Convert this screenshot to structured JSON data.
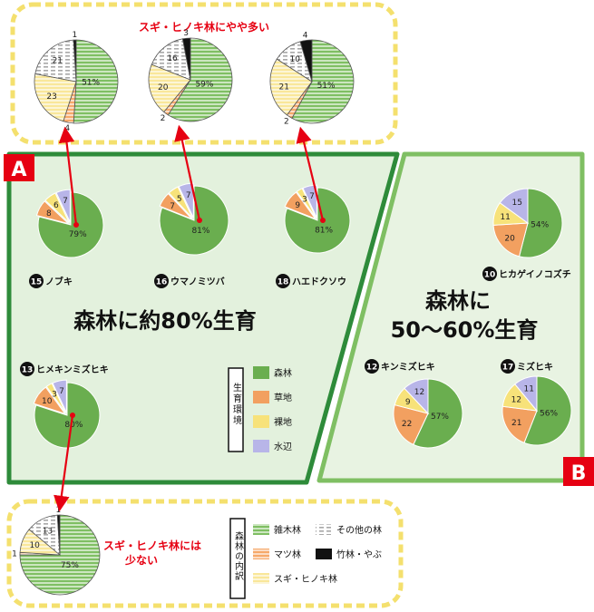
{
  "colors": {
    "forest": "#6aae4f",
    "grass": "#f2a060",
    "bare": "#f7e27a",
    "water": "#b8b5e8",
    "zoki": "#7fbf63",
    "matsu": "#f6a96a",
    "sugi": "#f9e79a",
    "sonota": "#b0b0b0",
    "chiku": "#111111",
    "panelA": "#e3f1dd",
    "panelB": "#e8f3e2",
    "frame": "#2e8b3a",
    "arrow": "#e60012",
    "dash": "#f4e06e"
  },
  "labels": {
    "top_title": "スギ・ヒノキ林にやや多い",
    "bottom_title_1": "スギ・ヒノキ林には",
    "bottom_title_2": "少ない",
    "panel_a": "A",
    "panel_b": "B",
    "big_a": "森林に約80%生育",
    "big_b_1": "森林に",
    "big_b_2": "50〜60%生育",
    "legend1_title": "生育環境",
    "legend2_title": "森林の内訳"
  },
  "legend_habitat": [
    {
      "label": "森林",
      "color": "forest"
    },
    {
      "label": "草地",
      "color": "grass"
    },
    {
      "label": "裸地",
      "color": "bare"
    },
    {
      "label": "水辺",
      "color": "water"
    }
  ],
  "legend_forest": [
    {
      "label": "雑木林",
      "color": "zoki",
      "pattern": "stripe"
    },
    {
      "label": "マツ林",
      "color": "matsu",
      "pattern": "stripe"
    },
    {
      "label": "スギ・ヒノキ林",
      "color": "sugi",
      "pattern": "stripe"
    },
    {
      "label": "その他の林",
      "color": "sonota",
      "pattern": "dash"
    },
    {
      "label": "竹林・やぶ",
      "color": "chiku",
      "pattern": "solid"
    }
  ],
  "chart_data": [
    {
      "type": "pie",
      "group": "A",
      "number": "15",
      "title": "ノブキ",
      "slices": [
        {
          "label": "森林",
          "value": 79
        },
        {
          "label": "草地",
          "value": 8
        },
        {
          "label": "裸地",
          "value": 6
        },
        {
          "label": "水辺",
          "value": 7
        }
      ]
    },
    {
      "type": "pie",
      "group": "A",
      "number": "16",
      "title": "ウマノミツバ",
      "slices": [
        {
          "label": "森林",
          "value": 81
        },
        {
          "label": "草地",
          "value": 7
        },
        {
          "label": "裸地",
          "value": 5
        },
        {
          "label": "水辺",
          "value": 7
        }
      ]
    },
    {
      "type": "pie",
      "group": "A",
      "number": "18",
      "title": "ハエドクソウ",
      "slices": [
        {
          "label": "森林",
          "value": 81
        },
        {
          "label": "草地",
          "value": 9
        },
        {
          "label": "裸地",
          "value": 3
        },
        {
          "label": "水辺",
          "value": 7
        }
      ]
    },
    {
      "type": "pie",
      "group": "A",
      "number": "13",
      "title": "ヒメキンミズヒキ",
      "slices": [
        {
          "label": "森林",
          "value": 80
        },
        {
          "label": "草地",
          "value": 10
        },
        {
          "label": "裸地",
          "value": 3
        },
        {
          "label": "水辺",
          "value": 7
        }
      ]
    },
    {
      "type": "pie",
      "group": "B",
      "number": "10",
      "title": "ヒカゲイノコズチ",
      "slices": [
        {
          "label": "森林",
          "value": 54
        },
        {
          "label": "草地",
          "value": 20
        },
        {
          "label": "裸地",
          "value": 11
        },
        {
          "label": "水辺",
          "value": 15
        }
      ]
    },
    {
      "type": "pie",
      "group": "B",
      "number": "12",
      "title": "キンミズヒキ",
      "slices": [
        {
          "label": "森林",
          "value": 57
        },
        {
          "label": "草地",
          "value": 22
        },
        {
          "label": "裸地",
          "value": 9
        },
        {
          "label": "水辺",
          "value": 12
        }
      ]
    },
    {
      "type": "pie",
      "group": "B",
      "number": "17",
      "title": "ミズヒキ",
      "slices": [
        {
          "label": "森林",
          "value": 56
        },
        {
          "label": "草地",
          "value": 21
        },
        {
          "label": "裸地",
          "value": 12
        },
        {
          "label": "水辺",
          "value": 11
        }
      ]
    },
    {
      "type": "pie",
      "group": "forest-breakdown",
      "of": "15",
      "slices": [
        {
          "label": "雑木林",
          "value": 51
        },
        {
          "label": "マツ林",
          "value": 4
        },
        {
          "label": "スギ・ヒノキ林",
          "value": 23
        },
        {
          "label": "その他の林",
          "value": 21
        },
        {
          "label": "竹林・やぶ",
          "value": 1
        }
      ]
    },
    {
      "type": "pie",
      "group": "forest-breakdown",
      "of": "16",
      "slices": [
        {
          "label": "雑木林",
          "value": 59
        },
        {
          "label": "マツ林",
          "value": 2
        },
        {
          "label": "スギ・ヒノキ林",
          "value": 20
        },
        {
          "label": "その他の林",
          "value": 16
        },
        {
          "label": "竹林・やぶ",
          "value": 3
        }
      ]
    },
    {
      "type": "pie",
      "group": "forest-breakdown",
      "of": "18",
      "slices": [
        {
          "label": "雑木林",
          "value": 51
        },
        {
          "label": "マツ林",
          "value": 2
        },
        {
          "label": "スギ・ヒノキ林",
          "value": 21
        },
        {
          "label": "その他の林",
          "value": 10
        },
        {
          "label": "竹林・やぶ",
          "value": 4
        }
      ]
    },
    {
      "type": "pie",
      "group": "forest-breakdown",
      "of": "13",
      "slices": [
        {
          "label": "雑木林",
          "value": 75
        },
        {
          "label": "マツ林",
          "value": 1
        },
        {
          "label": "スギ・ヒノキ林",
          "value": 10
        },
        {
          "label": "その他の林",
          "value": 13
        },
        {
          "label": "竹林・やぶ",
          "value": 1
        }
      ]
    }
  ]
}
